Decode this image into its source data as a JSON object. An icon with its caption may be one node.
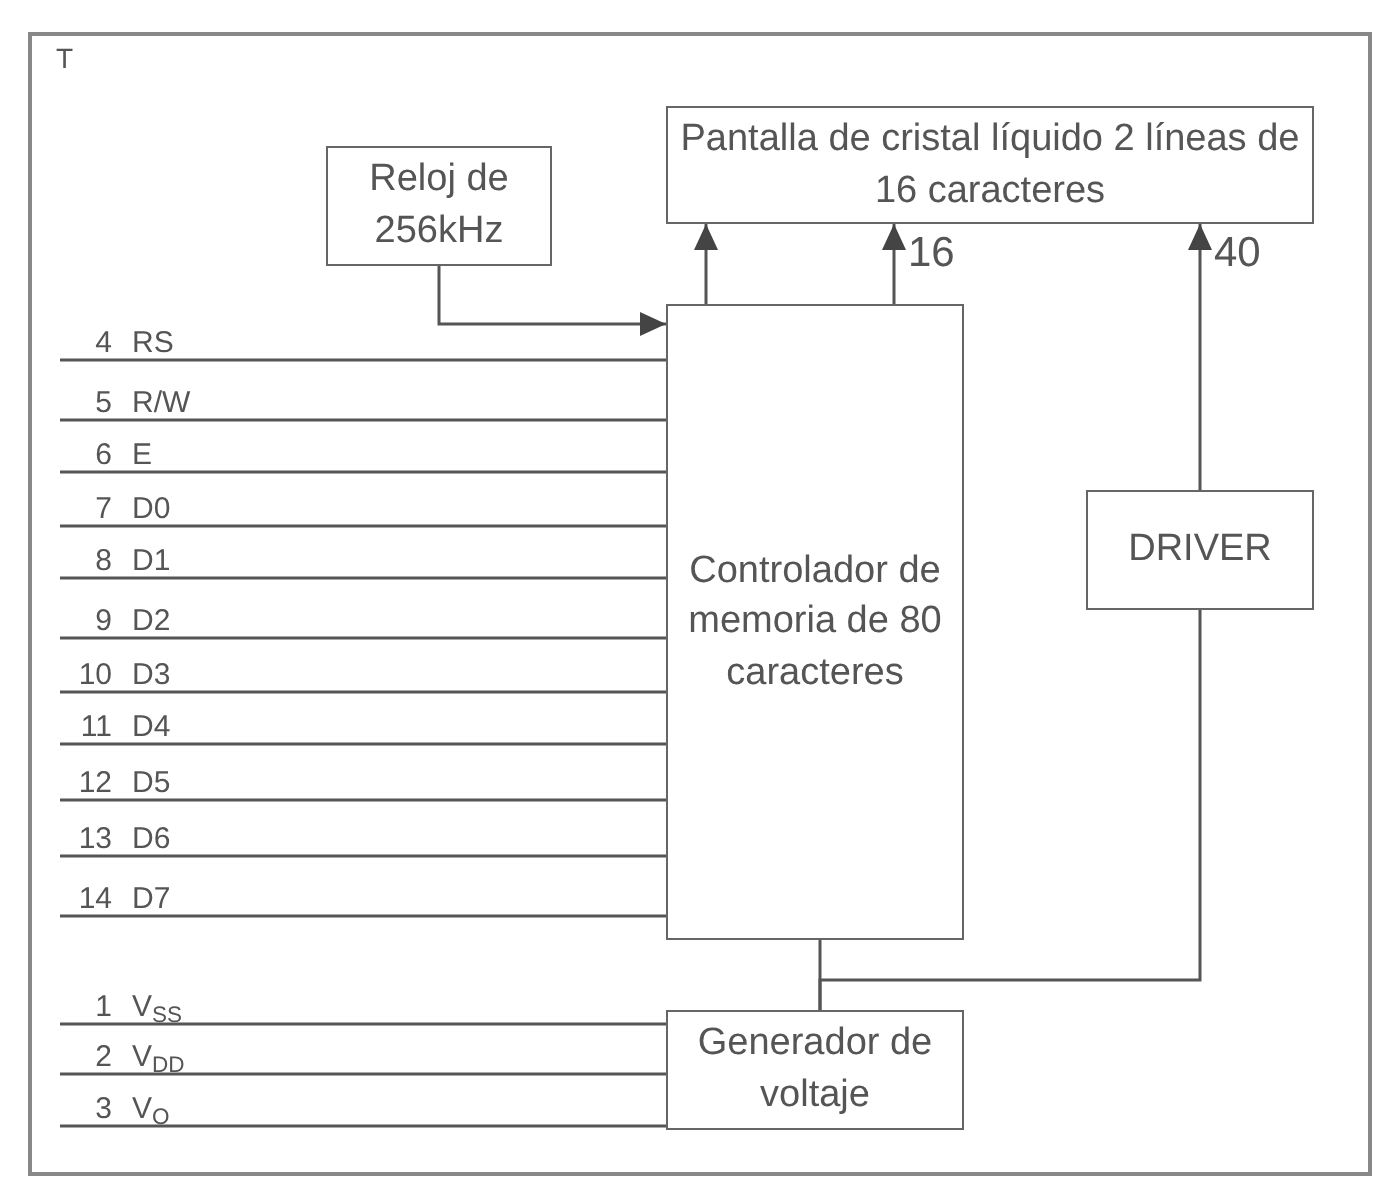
{
  "diagram": {
    "nodes": [
      {
        "text": [
          "Pantalla de cristal líquido 2 líneas de 16 caracteres"
        ]
      },
      {
        "text": [
          "Reloj de 256kHz"
        ]
      },
      {
        "text": [
          "Controlador de memoria de 80 caracteres"
        ]
      },
      {
        "text": [
          "DRIVER"
        ]
      },
      {
        "text": [
          "4",
          "RS"
        ]
      },
      {
        "text": [
          "5",
          "R/W"
        ]
      },
      {
        "text": [
          "6",
          "E"
        ]
      },
      {
        "text": [
          "7",
          "D0"
        ]
      },
      {
        "text": [
          "8",
          "D1"
        ]
      },
      {
        "text": [
          "9",
          "D2"
        ]
      },
      {
        "text": [
          "10",
          "D3"
        ]
      },
      {
        "text": [
          "11",
          "D4"
        ]
      },
      {
        "text": [
          "12",
          "D5"
        ]
      },
      {
        "text": [
          "13",
          "D6"
        ]
      },
      {
        "text": [
          "14",
          "D7"
        ]
      },
      {
        "text": [
          "Generador de voltaje"
        ]
      },
      {
        "text": [
          "1",
          "V$_{SS}$"
        ]
      },
      {
        "text": [
          "2",
          "V$_{DD}$"
        ]
      },
      {
        "text": [
          "3",
          "V$_{O}$"
        ]
      }
    ],
    "edges": [
      {
        "from": 1,
        "to": 2,
        "arrow": "to"
      },
      {
        "from": 2,
        "to": 0,
        "arrow": "to"
      },
      {
        "from": 2,
        "to": 0,
        "arrow": "to",
        "label": "16"
      },
      {
        "from": 3,
        "to": 0,
        "arrow": "to",
        "label": "40"
      },
      {
        "from": 4,
        "to": 2,
        "arrow": "none"
      },
      {
        "from": 5,
        "to": 2,
        "arrow": "none"
      },
      {
        "from": 6,
        "to": 2,
        "arrow": "none"
      },
      {
        "from": 7,
        "to": 2,
        "arrow": "none"
      },
      {
        "from": 8,
        "to": 2,
        "arrow": "none"
      },
      {
        "from": 9,
        "to": 2,
        "arrow": "none"
      },
      {
        "from": 10,
        "to": 2,
        "arrow": "none"
      },
      {
        "from": 11,
        "to": 2,
        "arrow": "none"
      },
      {
        "from": 12,
        "to": 2,
        "arrow": "none"
      },
      {
        "from": 13,
        "to": 2,
        "arrow": "none"
      },
      {
        "from": 14,
        "to": 2,
        "arrow": "none"
      },
      {
        "from": 2,
        "to": 15,
        "arrow": "none"
      },
      {
        "from": 15,
        "to": 3,
        "arrow": "none"
      },
      {
        "from": 16,
        "to": 15,
        "arrow": "none"
      },
      {
        "from": 17,
        "to": 15,
        "arrow": "none"
      },
      {
        "from": 18,
        "to": 15,
        "arrow": "none"
      }
    ],
    "labels": [
      "T"
    ]
  }
}
